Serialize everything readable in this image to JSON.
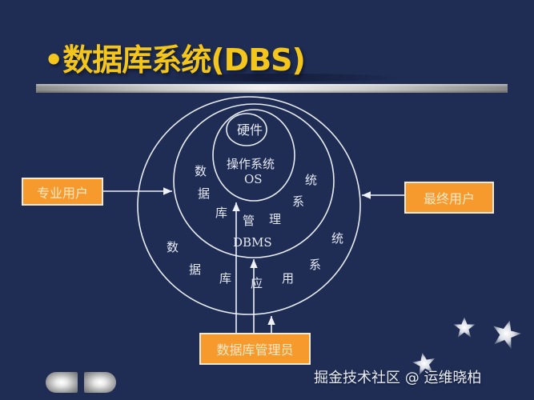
{
  "slide": {
    "title": "•数据库系统(DBS)",
    "background_color": "#1f2d55",
    "title_color": "#f4c61c",
    "box_color": "#f69a2e"
  },
  "diagram": {
    "circles": {
      "hardware": "硬件",
      "os_line1": "操作系统",
      "os_line2": "OS",
      "dbms_label": "DBMS"
    },
    "dbms_ring_text": [
      "数",
      "据",
      "库",
      "管",
      "理",
      "系",
      "统"
    ],
    "app_ring_text": [
      "数",
      "据",
      "库",
      "应",
      "用",
      "系",
      "统"
    ],
    "boxes": {
      "professional_user": "专业用户",
      "end_user": "最终用户",
      "dba": "数据库管理员"
    }
  },
  "footer": {
    "nav_prev_icon": "prev-slide-icon",
    "nav_next_icon": "next-slide-icon",
    "watermark": "掘金技术社区 @ 运维晓柏"
  }
}
